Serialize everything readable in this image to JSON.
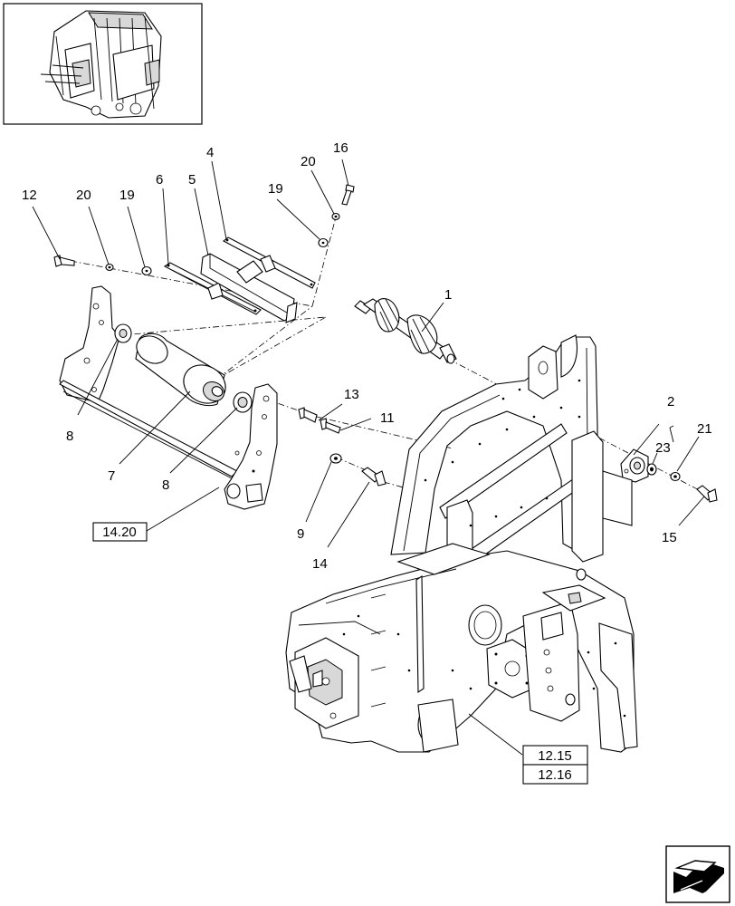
{
  "diagram": {
    "callouts": [
      "1",
      "2",
      "4",
      "5",
      "6",
      "7",
      "8",
      "8",
      "9",
      "11",
      "12",
      "13",
      "14",
      "15",
      "16",
      "19",
      "19",
      "20",
      "20",
      "21",
      "23"
    ],
    "references": [
      "14.20",
      "12.15",
      "12.16"
    ],
    "icons": {
      "overview": "baler-overview-thumbnail-icon",
      "navigation": "arrow-nav-icon"
    }
  }
}
